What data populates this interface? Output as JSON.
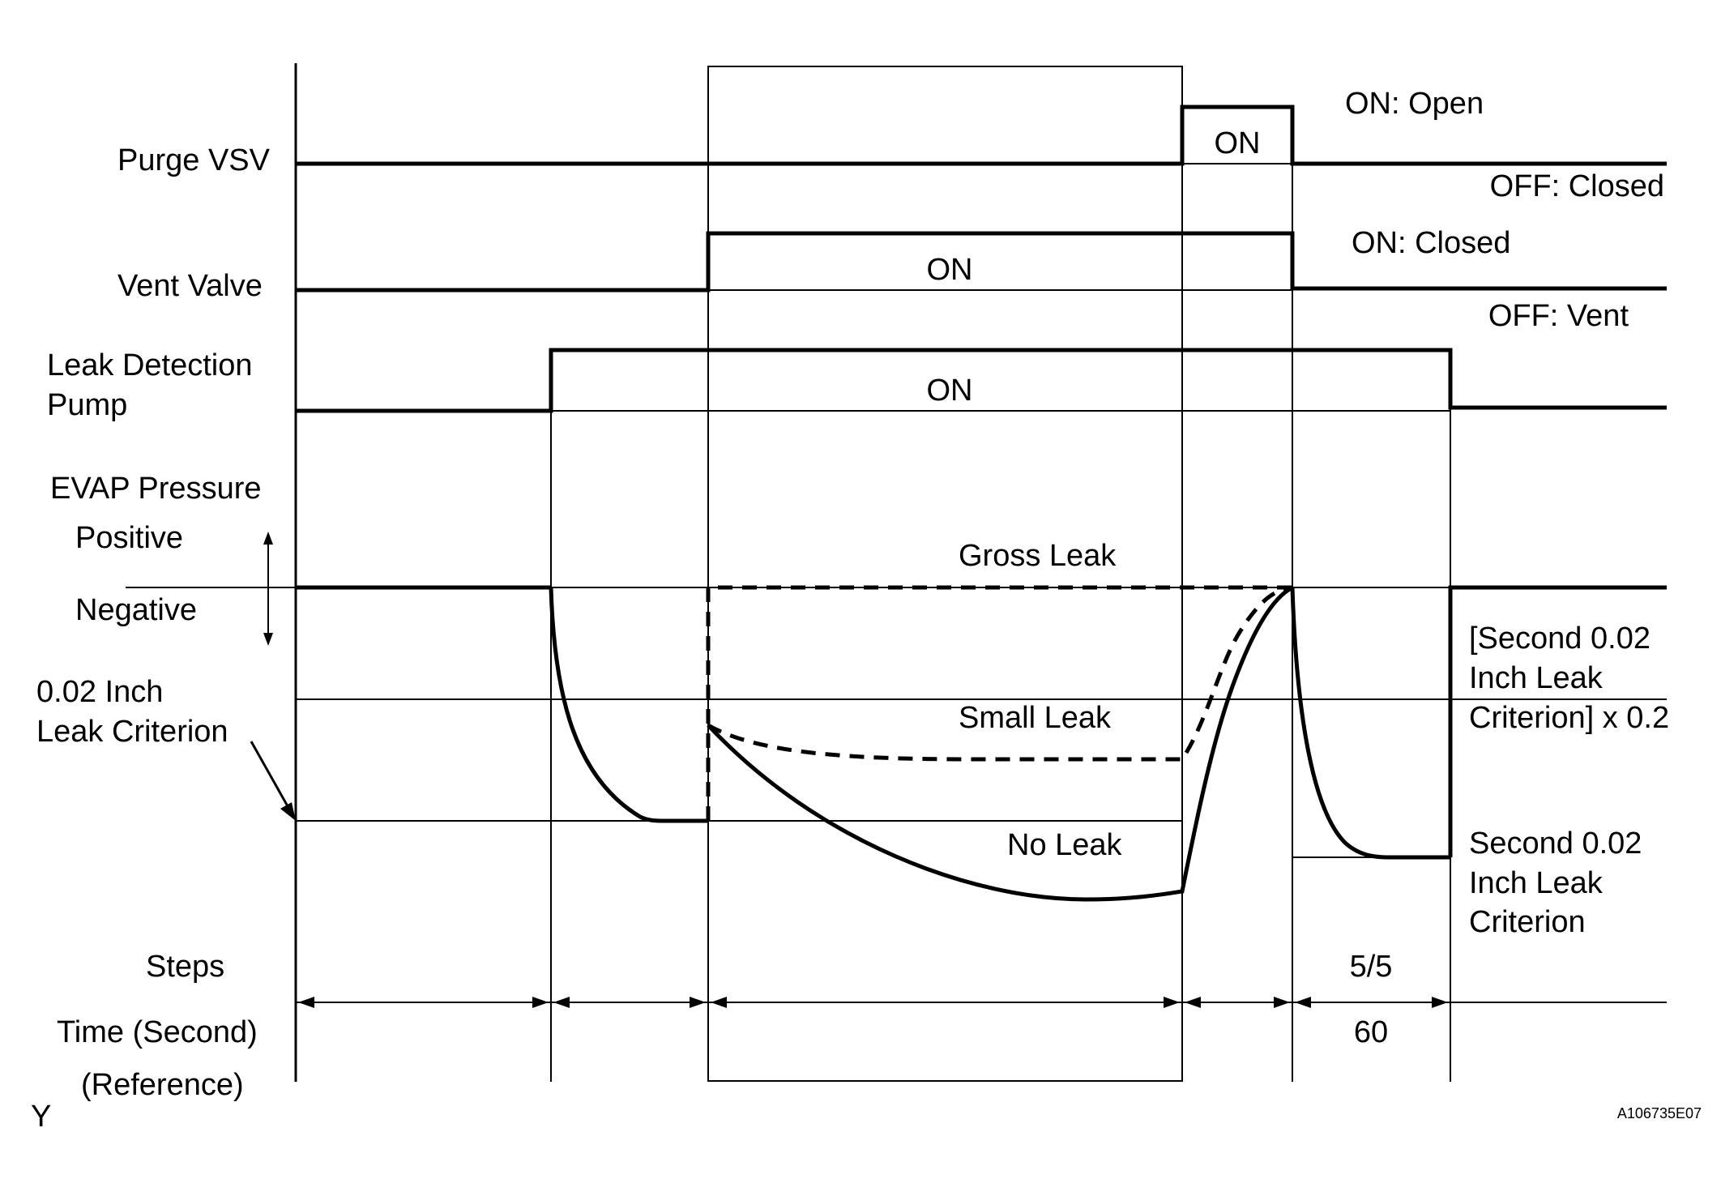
{
  "signals": {
    "purge_vsv": "Purge VSV",
    "vent_valve": "Vent Valve",
    "leak_pump_line1": "Leak Detection",
    "leak_pump_line2": "Pump",
    "evap_pressure": "EVAP Pressure",
    "positive": "Positive",
    "negative": "Negative",
    "criterion_line1": "0.02 Inch",
    "criterion_line2": "Leak Criterion",
    "steps": "Steps",
    "time_line1": "Time (Second)",
    "time_line2": "(Reference)"
  },
  "states": {
    "purge_on": "ON",
    "vent_on": "ON",
    "pump_on": "ON",
    "purge_on_meaning": "ON: Open",
    "purge_off_meaning": "OFF: Closed",
    "vent_on_meaning": "ON: Closed",
    "vent_off_meaning": "OFF: Vent"
  },
  "curves": {
    "gross_leak": "Gross Leak",
    "small_leak": "Small Leak",
    "no_leak": "No Leak"
  },
  "right_notes": {
    "ratio_line1": "[Second 0.02",
    "ratio_line2": "Inch Leak",
    "ratio_line3": "Criterion] x 0.2",
    "second_line1": "Second 0.02",
    "second_line2": "Inch Leak",
    "second_line3": "Criterion"
  },
  "step_row": {
    "step_5": "5/5",
    "time_5": "60"
  },
  "corner": {
    "mark": "Y",
    "code": "A106735E07"
  }
}
